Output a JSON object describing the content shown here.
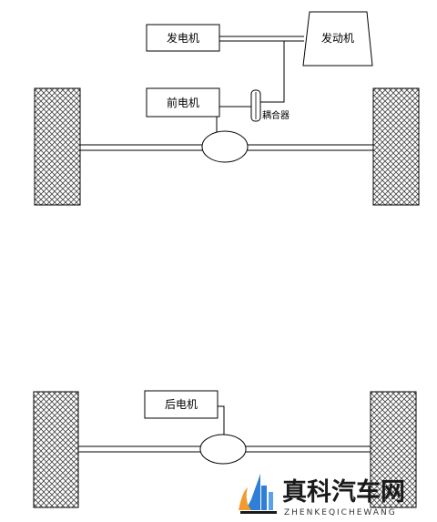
{
  "front": {
    "generator_label": "发电机",
    "engine_label": "发动机",
    "front_motor_label": "前电机",
    "coupler_label": "耦合器"
  },
  "rear": {
    "rear_motor_label": "后电机"
  },
  "watermark": {
    "cn_text": "真科汽车网",
    "en_text": "ZHENKEQICHEWANG",
    "colors": {
      "blue": "#2f7fd6",
      "orange": "#f29a2e",
      "dark": "#1a1a1a"
    }
  }
}
